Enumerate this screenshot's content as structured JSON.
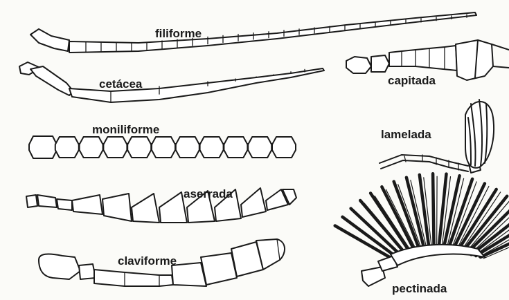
{
  "labels": {
    "filiforme": "filiforme",
    "cetacea": "cetácea",
    "capitada": "capitada",
    "moniliforme": "moniliforme",
    "lamelada": "lamelada",
    "aserrada": "aserrada",
    "pectinada": "pectinada",
    "claviforme": "claviforme"
  },
  "colors": {
    "ink": "#1a1a1a",
    "paper": "#fbfbf8"
  }
}
